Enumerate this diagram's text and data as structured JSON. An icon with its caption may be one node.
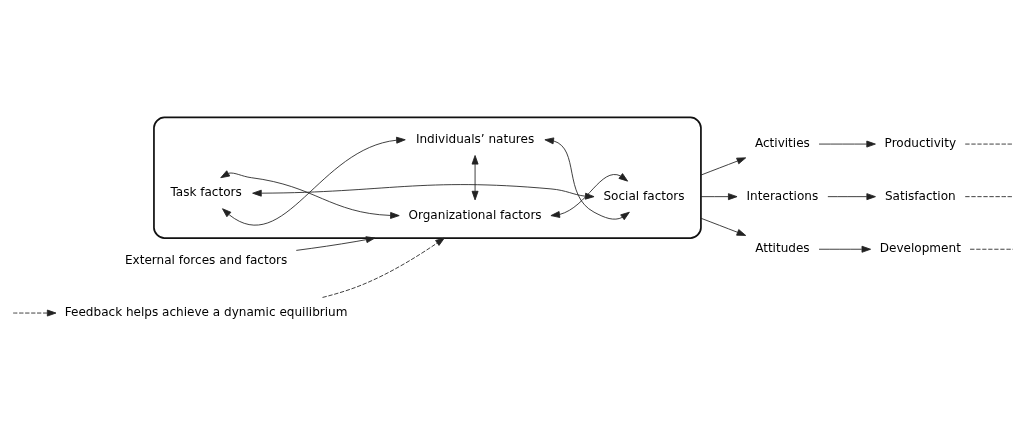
{
  "diagram": {
    "nodes": [
      {
        "text": [],
        "shape": "ellipse"
      },
      {
        "text": [
          "Organizational factors"
        ],
        "in": 0
      },
      {
        "text": [
          "Task factors"
        ],
        "in": 0
      },
      {
        "text": [
          "Social factors"
        ],
        "in": 0
      },
      {
        "text": [
          "Individuals’ natures"
        ],
        "in": 0
      },
      {
        "text": [
          "Activities"
        ]
      },
      {
        "text": [
          "Interactions"
        ]
      },
      {
        "text": [
          "Attitudes"
        ]
      },
      {
        "text": [
          "Productivity"
        ]
      },
      {
        "text": [
          "Satisfaction"
        ]
      },
      {
        "text": [
          "Development"
        ]
      },
      {
        "text": [
          "External forces and factors"
        ]
      },
      {
        "text": [
          "Feedback helps achieve a dynamic equilibrium"
        ]
      }
    ],
    "edges": [
      {
        "from": 1,
        "to": 2,
        "arrow": "both"
      },
      {
        "from": 1,
        "to": 3,
        "arrow": "both"
      },
      {
        "from": 1,
        "to": 4,
        "arrow": "both"
      },
      {
        "from": 2,
        "to": 3,
        "arrow": "both"
      },
      {
        "from": 2,
        "to": 4,
        "arrow": "both"
      },
      {
        "from": 3,
        "to": 4,
        "arrow": "both"
      },
      {
        "from": 0,
        "to": 5,
        "arrow": "to"
      },
      {
        "from": 0,
        "to": 6,
        "arrow": "to"
      },
      {
        "from": 0,
        "to": 7,
        "arrow": "to"
      },
      {
        "from": 5,
        "to": 8,
        "arrow": "to"
      },
      {
        "from": 6,
        "to": 9,
        "arrow": "to"
      },
      {
        "from": 7,
        "to": 10,
        "arrow": "to"
      },
      {
        "from": 8,
        "to": null,
        "arrow": "none",
        "style": "dashed"
      },
      {
        "from": 9,
        "to": null,
        "arrow": "none",
        "style": "dashed"
      },
      {
        "from": 10,
        "to": null,
        "arrow": "none",
        "style": "dashed"
      },
      {
        "from": null,
        "to": 12,
        "arrow": "to",
        "style": "dashed"
      },
      {
        "from": 11,
        "to": 0,
        "arrow": "to"
      },
      {
        "from": 12,
        "to": 0,
        "arrow": "to",
        "style": "dashed"
      }
    ]
  }
}
